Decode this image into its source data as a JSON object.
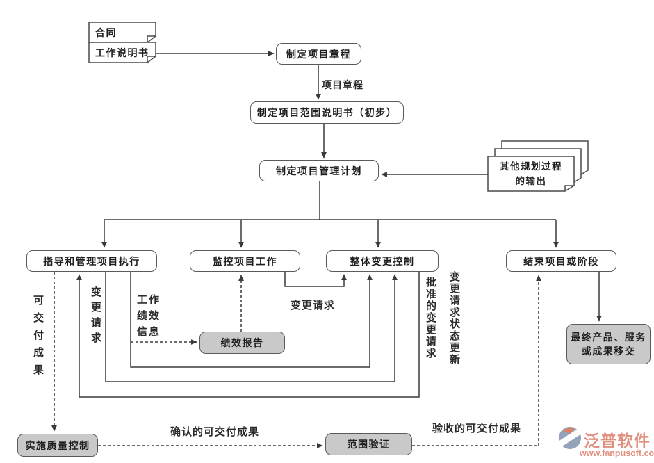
{
  "nodes": {
    "contract": "合同",
    "sow": "工作说明书",
    "charter": "制定项目章程",
    "scope_stmt": "制定项目范围说明书（初步）",
    "pm_plan": "制定项目管理计划",
    "other_outputs": "其他规划过程\n的输出",
    "direct_manage": "指导和管理项目执行",
    "monitor": "监控项目工作",
    "icc": "整体变更控制",
    "close": "结束项目或阶段",
    "perf_report": "绩效报告",
    "final_product": "最终产品、服务\n或成果移交",
    "qc": "实施质量控制",
    "scope_verify": "范围验证"
  },
  "labels": {
    "project_charter": "项目章程",
    "deliverables": "可交付成果",
    "change_requests_left": "变更请求",
    "work_perf_info": "工作\n绩效\n信息",
    "change_requests_mid": "变更请求",
    "approved_change_requests": "批准的变更请求",
    "cr_status_updates": "变更请求状态更新",
    "validated_deliverables": "确认的可交付成果",
    "accepted_deliverables": "验收的可交付成果"
  },
  "watermark": {
    "brand": "泛普软件",
    "url": "www.fanpusoft.com"
  },
  "colors": {
    "line": "#3a3a3a",
    "node_border": "#5a5a5a",
    "node_fill": "#ffffff",
    "node_gray_fill": "#c9c9c9",
    "brand_salmon": "#e0907e",
    "brand_slate": "#94a2ba",
    "brand_orange": "#dd7f62"
  }
}
